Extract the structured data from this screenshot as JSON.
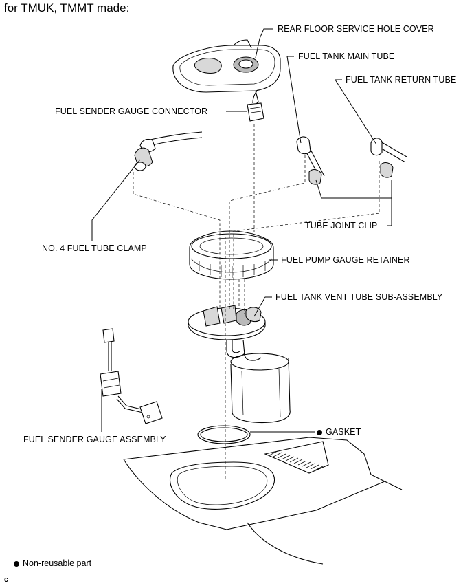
{
  "heading": "for TMUK, TMMT made:",
  "labels": {
    "rear_floor_service_hole_cover": "REAR FLOOR SERVICE HOLE COVER",
    "fuel_tank_main_tube": "FUEL TANK MAIN TUBE",
    "fuel_tank_return_tube": "FUEL TANK RETURN TUBE",
    "fuel_sender_gauge_connector": "FUEL SENDER GAUGE CONNECTOR",
    "tube_joint_clip": "TUBE JOINT CLIP",
    "no4_fuel_tube_clamp": "NO. 4 FUEL TUBE CLAMP",
    "fuel_pump_gauge_retainer": "FUEL PUMP GAUGE RETAINER",
    "fuel_tank_vent_tube_sub_assembly": "FUEL TANK VENT TUBE SUB-ASSEMBLY",
    "fuel_sender_gauge_assembly": "FUEL SENDER GAUGE ASSEMBLY",
    "gasket": "GASKET"
  },
  "legend": {
    "non_reusable_symbol": "filled-circle-icon",
    "non_reusable_text": "Non-reusable part"
  },
  "figure_code": "c"
}
